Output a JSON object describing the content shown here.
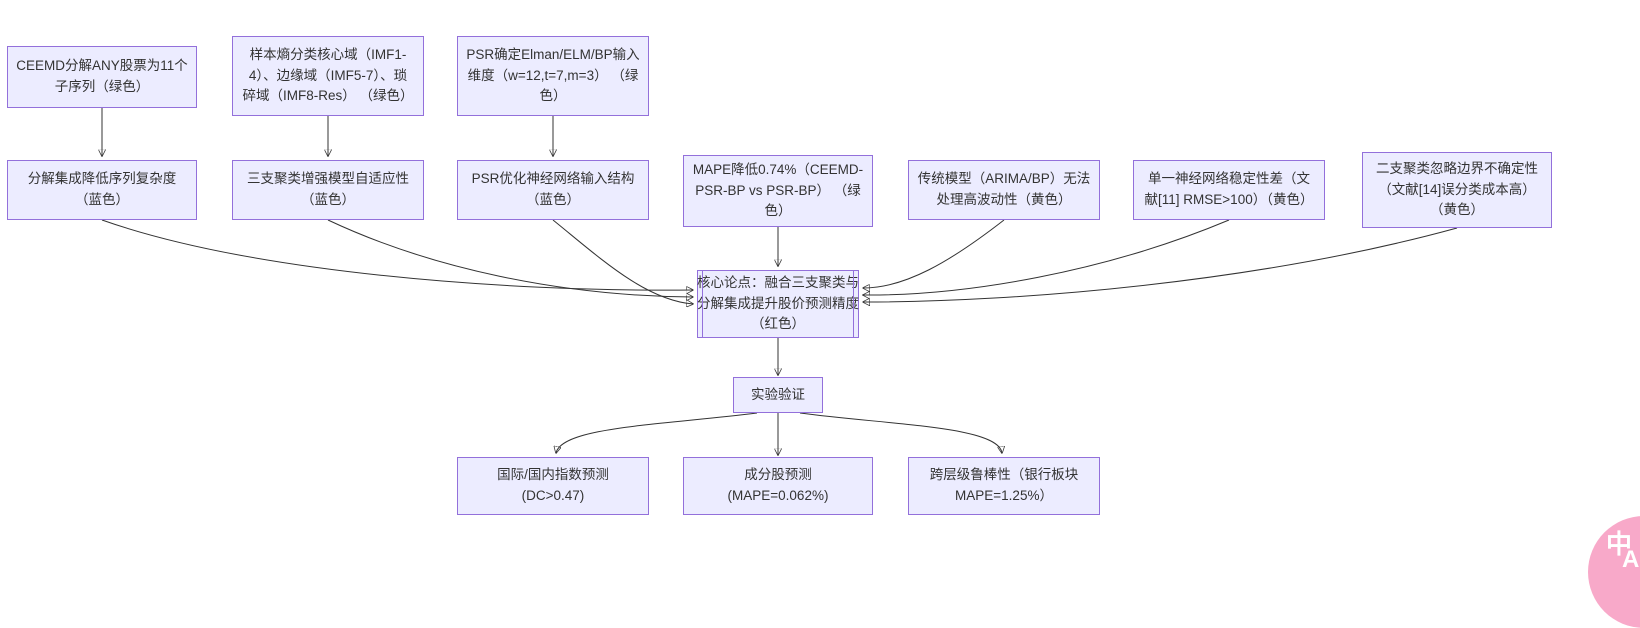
{
  "colors": {
    "node_fill": "#ECECFF",
    "node_border": "#9370DB",
    "edge": "#333333",
    "text": "#333333",
    "badge_bg": "#F8A9C9",
    "badge_text": "#FFFFFF"
  },
  "nodes": {
    "ceemd": {
      "label": "CEEMD分解ANY股票为11个\n子序列（绿色）"
    },
    "entropy": {
      "label": "样本熵分类核心域（IMF1-\n4）、边缘域（IMF5-7）、琐\n碎域（IMF8-Res） （绿色）"
    },
    "psr_input": {
      "label": "PSR确定Elman/ELM/BP输入\n维度（w=12,t=7,m=3） （绿\n色）"
    },
    "decomp": {
      "label": "分解集成降低序列复杂度\n（蓝色）"
    },
    "threeway": {
      "label": "三支聚类增强模型自适应性\n（蓝色）"
    },
    "psr_opt": {
      "label": "PSR优化神经网络输入结构\n（蓝色）"
    },
    "mape": {
      "label": "MAPE降低0.74%（CEEMD-\nPSR-BP vs PSR-BP） （绿\n色）"
    },
    "traditional": {
      "label": "传统模型（ARIMA/BP）无法\n处理高波动性（黄色）"
    },
    "single_nn": {
      "label": "单一神经网络稳定性差（文\n献[11] RMSE>100）（黄色）"
    },
    "binary": {
      "label": "二支聚类忽略边界不确定性\n（文献[14]误分类成本高）\n（黄色）"
    },
    "core": {
      "label": "核心论点：融合三支聚类与\n分解集成提升股价预测精度\n（红色）"
    },
    "experiment": {
      "label": "实验验证"
    },
    "index_pred": {
      "label": "国际/国内指数预测\n(DC>0.47)"
    },
    "constituent": {
      "label": "成分股预测\n(MAPE=0.062%)"
    },
    "robustness": {
      "label": "跨层级鲁棒性（银行板块\nMAPE=1.25%）"
    }
  },
  "badge": {
    "line1": "中",
    "line2": "A"
  }
}
